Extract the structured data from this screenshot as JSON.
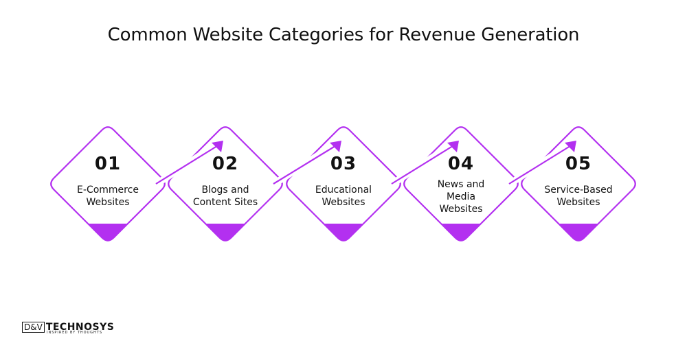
{
  "title": "Common Website Categories for Revenue Generation",
  "accent_color": "#b330f0",
  "steps": [
    {
      "number": "01",
      "label": "E-Commerce Websites"
    },
    {
      "number": "02",
      "label": "Blogs and Content Sites"
    },
    {
      "number": "03",
      "label": "Educational Websites"
    },
    {
      "number": "04",
      "label": "News and Media Websites"
    },
    {
      "number": "05",
      "label": "Service-Based Websites"
    }
  ],
  "logo": {
    "box_text": "D&V",
    "brand": "TECHNOSYS",
    "tagline": "INSPIRED BY THOUGHTS"
  }
}
